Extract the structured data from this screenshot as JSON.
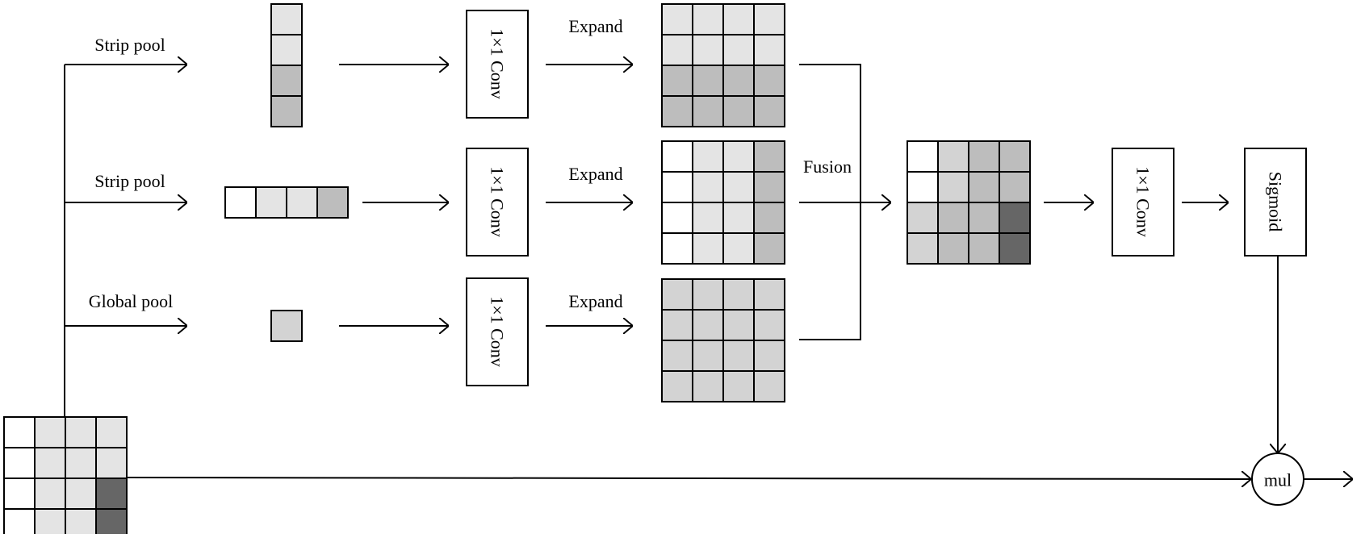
{
  "labels": {
    "strip_pool_1": "Strip pool",
    "strip_pool_2": "Strip pool",
    "global_pool": "Global pool",
    "expand_1": "Expand",
    "expand_2": "Expand",
    "expand_3": "Expand",
    "fusion": "Fusion",
    "conv_1": "1×1 Conv",
    "conv_2": "1×1 Conv",
    "conv_3": "1×1 Conv",
    "conv_4": "1×1 Conv",
    "sigmoid": "Sigmoid",
    "mul": "mul"
  },
  "colors": {
    "white": "#ffffff",
    "light": "#e4e4e4",
    "mid": "#d3d3d3",
    "gray": "#bdbdbd",
    "dark": "#666666",
    "line": "#000000"
  },
  "grids": {
    "input": [
      [
        "white",
        "light",
        "light",
        "light"
      ],
      [
        "white",
        "light",
        "light",
        "light"
      ],
      [
        "white",
        "light",
        "light",
        "dark"
      ],
      [
        "white",
        "light",
        "light",
        "dark"
      ]
    ],
    "strip_col": [
      [
        "light"
      ],
      [
        "light"
      ],
      [
        "gray"
      ],
      [
        "gray"
      ]
    ],
    "strip_row": [
      [
        "white",
        "light",
        "light",
        "gray"
      ]
    ],
    "global": [
      [
        "mid"
      ]
    ],
    "expand_1": [
      [
        "light",
        "light",
        "light",
        "light"
      ],
      [
        "light",
        "light",
        "light",
        "light"
      ],
      [
        "gray",
        "gray",
        "gray",
        "gray"
      ],
      [
        "gray",
        "gray",
        "gray",
        "gray"
      ]
    ],
    "expand_2": [
      [
        "white",
        "light",
        "light",
        "gray"
      ],
      [
        "white",
        "light",
        "light",
        "gray"
      ],
      [
        "white",
        "light",
        "light",
        "gray"
      ],
      [
        "white",
        "light",
        "light",
        "gray"
      ]
    ],
    "expand_3": [
      [
        "mid",
        "mid",
        "mid",
        "mid"
      ],
      [
        "mid",
        "mid",
        "mid",
        "mid"
      ],
      [
        "mid",
        "mid",
        "mid",
        "mid"
      ],
      [
        "mid",
        "mid",
        "mid",
        "mid"
      ]
    ],
    "fused": [
      [
        "white",
        "mid",
        "gray",
        "gray"
      ],
      [
        "white",
        "mid",
        "gray",
        "gray"
      ],
      [
        "mid",
        "gray",
        "gray",
        "dark"
      ],
      [
        "mid",
        "gray",
        "gray",
        "dark"
      ]
    ]
  }
}
